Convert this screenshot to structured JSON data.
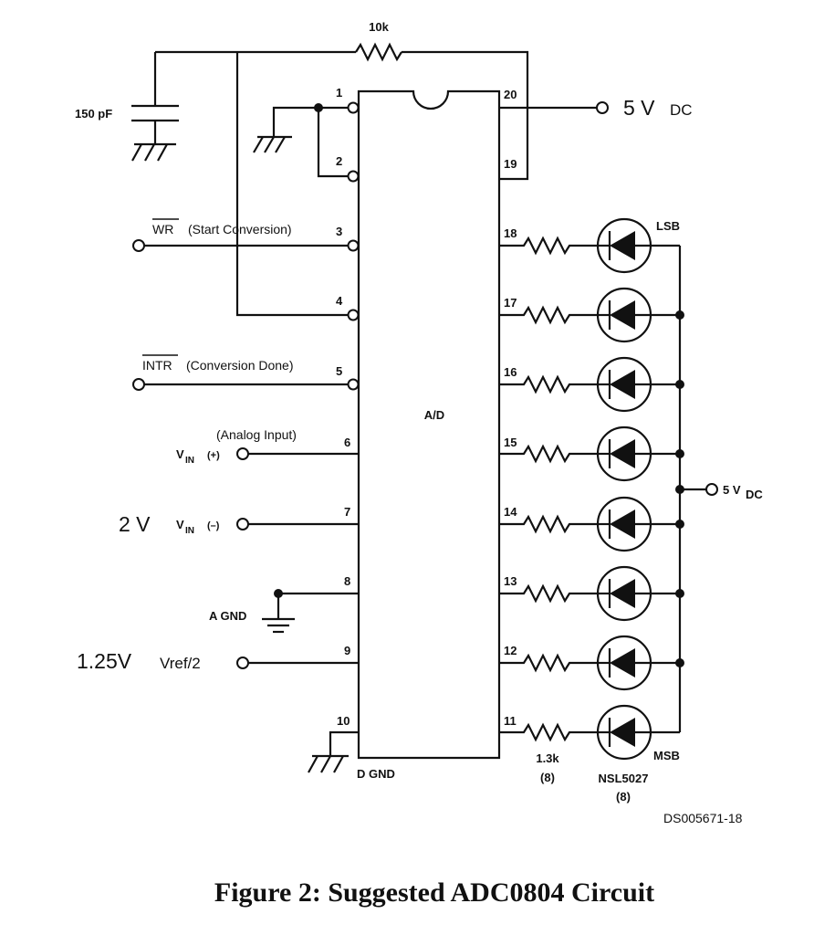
{
  "chip": {
    "label": "A/D",
    "pins_left": [
      "1",
      "2",
      "3",
      "4",
      "5",
      "6",
      "7",
      "8",
      "9",
      "10"
    ],
    "pins_right": [
      "20",
      "19",
      "18",
      "17",
      "16",
      "15",
      "14",
      "13",
      "12",
      "11"
    ]
  },
  "feedback": {
    "resistor_label": "10k",
    "capacitor_label": "150 pF"
  },
  "supply": {
    "top_main": "5 V",
    "top_sub": "DC",
    "right_main": "5 V",
    "right_sub": "DC"
  },
  "signals": {
    "wr_bar": "WR",
    "wr_rest": "(Start Conversion)",
    "intr_bar": "INTR",
    "intr_rest": "(Conversion Done)",
    "analog_input": "(Analog Input)",
    "vin_v": "V",
    "vin_sub": "IN",
    "vin_plus": "(+)",
    "vin_minus": "(–)",
    "vin_minus_value": "2 V",
    "agnd": "A GND",
    "vref_value": "1.25V",
    "vref_label": "Vref/2",
    "dgnd": "D GND"
  },
  "outputs": {
    "lsb": "LSB",
    "msb": "MSB",
    "resistor_value": "1.3k",
    "resistor_count": "(8)",
    "led_part": "NSL5027",
    "led_count": "(8)"
  },
  "doc_id": "DS005671-18",
  "caption": "Figure 2: Suggested ADC0804 Circuit"
}
